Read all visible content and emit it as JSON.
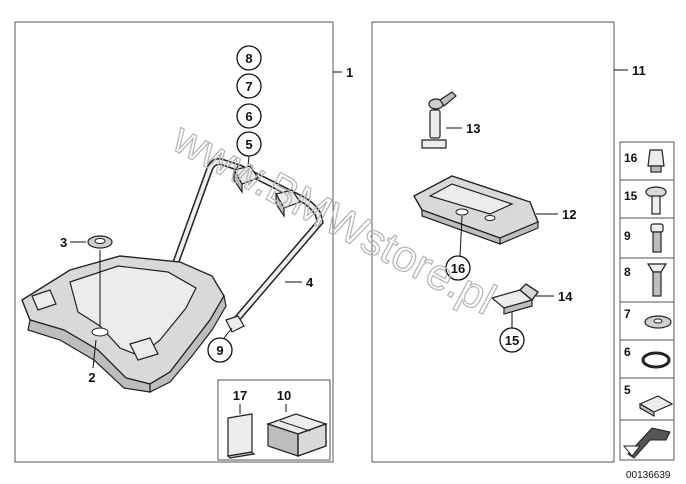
{
  "callouts": {
    "c1": "1",
    "c2": "2",
    "c3": "3",
    "c4": "4",
    "c5": "5",
    "c6": "6",
    "c7": "7",
    "c8": "8",
    "c9": "9",
    "c10": "10",
    "c11": "11",
    "c12": "12",
    "c13": "13",
    "c14": "14",
    "c15": "15",
    "c16": "16",
    "c17": "17"
  },
  "legend": {
    "i16": "16",
    "i15": "15",
    "i9": "9",
    "i8": "8",
    "i7": "7",
    "i6": "6",
    "i5": "5"
  },
  "watermark": "www.BMWstore.pl",
  "diagram_id": "00136639"
}
